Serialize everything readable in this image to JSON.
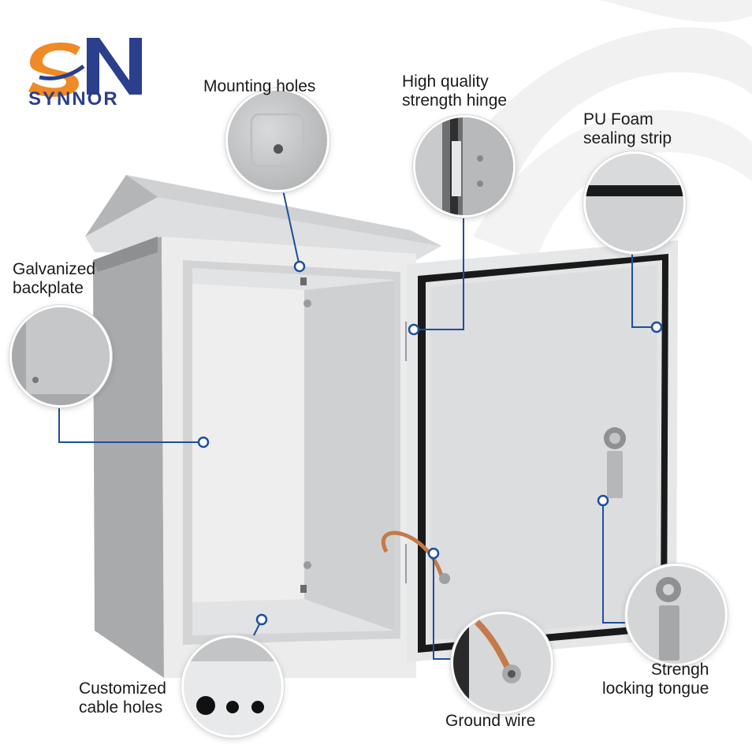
{
  "brand": {
    "logo_text": "SYNNOR",
    "logo_mark": "SN",
    "primary_color": "#2b3f8c",
    "accent_color": "#f08a24"
  },
  "callouts": {
    "mounting_holes": "Mounting holes",
    "hinge": "High quality\nstrength hinge",
    "pu_foam": "PU Foam\nsealing strip",
    "galvanized": "Galvanized\nbackplate",
    "cable_holes": "Customized\ncable holes",
    "ground_wire": "Ground wire",
    "locking_tongue": "Strengh\nlocking tongue"
  },
  "colors": {
    "leader_line": "#1f4e9c",
    "enclosure": "#e4e5e6",
    "gasket": "#1a1a1a"
  }
}
